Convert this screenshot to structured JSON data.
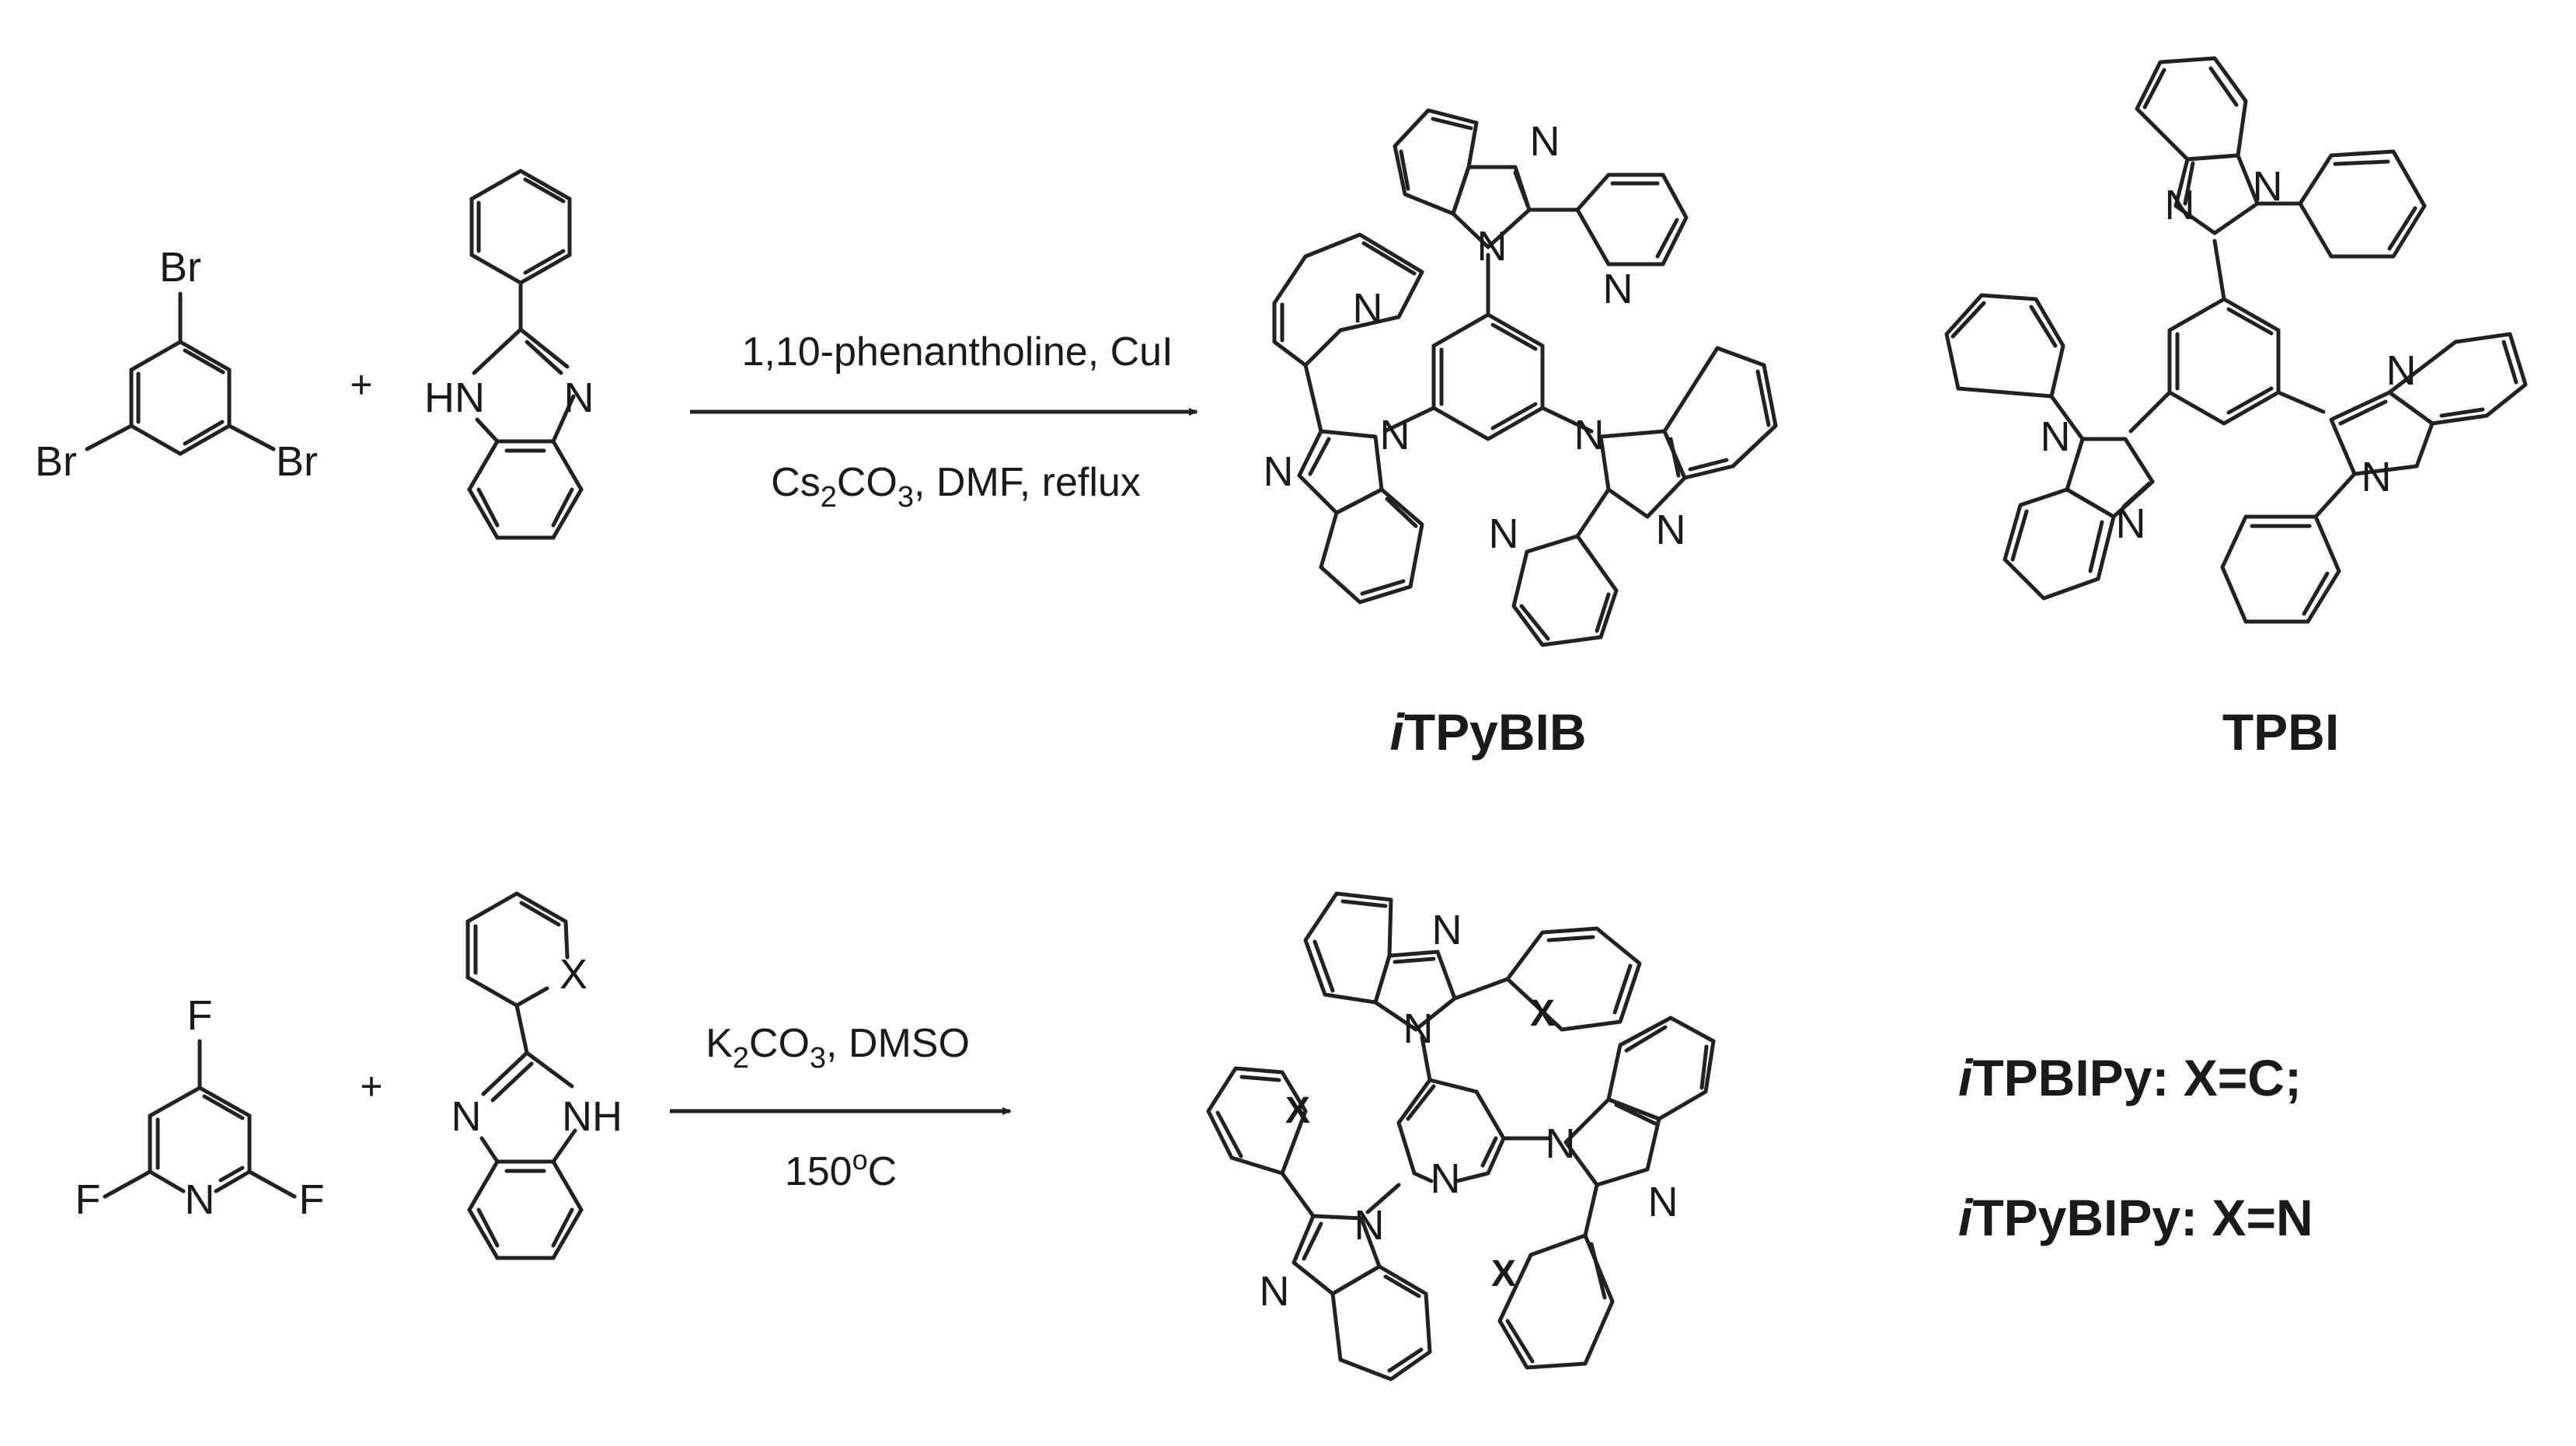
{
  "atoms": {
    "br": "Br",
    "n": "N",
    "hn": "HN",
    "nh": "NH",
    "f": "F",
    "x": "X"
  },
  "plus": "+",
  "reaction1": {
    "above_arrow": "1,10-phenantholine, CuI",
    "below_arrow": {
      "p1": "Cs",
      "s1": "2",
      "p2": "CO",
      "s2": "3",
      "p3": ", DMF, reflux"
    }
  },
  "reaction2": {
    "above_arrow": {
      "p1": "K",
      "s1": "2",
      "p2": "CO",
      "s2": "3",
      "p3": ", DMSO"
    },
    "below_arrow": {
      "p1": "150",
      "sup": "o",
      "p2": "C"
    }
  },
  "compounds": {
    "itpybib": {
      "italic": "i",
      "rest": "TPyBIB"
    },
    "tpbi": "TPBI",
    "itpbipy": {
      "italic": "i",
      "rest": "TPBIPy: X=C;"
    },
    "itpybipy": {
      "italic": "i",
      "rest": "TPyBIPy: X=N"
    }
  }
}
